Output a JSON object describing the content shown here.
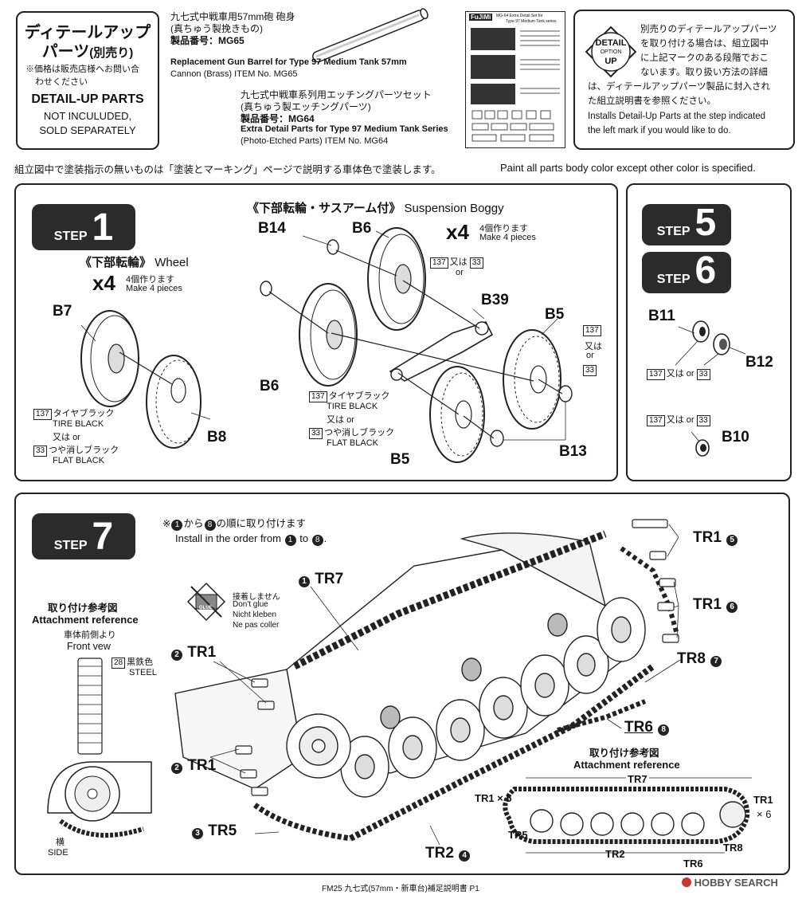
{
  "detail_box": {
    "title_jp_1": "ディテールアップ",
    "title_jp_2": "パーツ",
    "title_jp_paren": "(別売り)",
    "price_note_1": "※価格は販売店様へお問い合",
    "price_note_2": "わせください",
    "title_en": "DETAIL-UP PARTS",
    "not_included_1": "NOT INCULUDED,",
    "not_included_2": "SOLD SEPARATELY"
  },
  "products": {
    "mg65_jp_1": "九七式中戦車用57mm砲 砲身",
    "mg65_jp_2": "(真ちゅう製挽きもの)",
    "mg65_no_jp": "製品番号：MG65",
    "mg65_en_1": "Replacement Gun Barrel for Type 97 Medium Tank 57mm",
    "mg65_en_2": "Cannon (Brass)  ITEM No. MG65",
    "mg64_jp_1": "九七式中戦車系列用エッチングパーツセット",
    "mg64_jp_2": "(真ちゅう製エッチングパーツ)",
    "mg64_no_jp": "製品番号：MG64",
    "mg64_en_1": "Extra Detail Parts for Type 97 Medium Tank Series",
    "mg64_en_2": "(Photo-Etched Parts)  ITEM No. MG64",
    "sheet_brand": "FuJiMi",
    "sheet_label_1": "MG-64  Extra Detail Set for",
    "sheet_label_2": "Type 97 Medium Tank series"
  },
  "option_box": {
    "badge_top": "DETAIL",
    "badge_mid": "OPTION",
    "badge_bot": "UP",
    "jp_1": "別売りのディテールアップパーツ",
    "jp_2": "を取り付ける場合は、組立図中",
    "jp_3": "に上記マークのある段階でおこ",
    "jp_4": "ないます。取り扱い方法の詳細",
    "jp_5": "は、ディテールアップパーツ製品に封入され",
    "jp_6": "た組立説明書を参照ください。",
    "en_1": "Installs Detail-Up Parts at the step indicated",
    "en_2": "the left mark if you would like to do."
  },
  "paint_note": {
    "jp": "組立図中で塗装指示の無いものは「塗装とマーキング」ページで説明する車体色で塗装します。",
    "en": "Paint all parts body color except other color is specified."
  },
  "step1": {
    "word": "STEP",
    "num": "1",
    "wheel_jp": "《下部転輪》",
    "wheel_en": "Wheel",
    "x4": "x4",
    "make_jp": "4個作ります",
    "make_en": "Make 4 pieces",
    "boggy_jp": "《下部転輪・サスアーム付》",
    "boggy_en": "Suspension Boggy",
    "x4b": "x4",
    "make_jp_b": "4個作ります",
    "make_en_b": "Make 4 pieces",
    "parts": [
      "B7",
      "B8",
      "B14",
      "B6",
      "B6",
      "B39",
      "B5",
      "B5",
      "B13"
    ],
    "paint_137": "137",
    "paint_33": "33",
    "tire_black_jp": "タイヤブラック",
    "tire_black_en": "TIRE BLACK",
    "or_jp": "又は",
    "or_en": "or",
    "flat_black_jp": "つや消しブラック",
    "flat_black_en": "FLAT BLACK"
  },
  "step56": {
    "word5": "STEP",
    "num5": "5",
    "word6": "STEP",
    "num6": "6",
    "parts": [
      "B11",
      "B12",
      "B10"
    ],
    "or_jp": "又は",
    "or_en": "or",
    "paint_137": "137",
    "paint_33": "33"
  },
  "step7": {
    "word": "STEP",
    "num": "7",
    "order_jp_pre": "※",
    "order_jp_mid": "から",
    "order_jp_post": "の順に取り付けます",
    "order_en_pre": "Install in the order from",
    "order_en_mid": "to",
    "order_en_post": ".",
    "circle_1": "1",
    "circle_8": "8",
    "attach_ref_jp": "取り付け参考図",
    "attach_ref_en": "Attachment reference",
    "front_jp": "車体前側より",
    "front_en": "Front vew",
    "steel_code": "28",
    "steel_jp": "黒鉄色",
    "steel_en": "STEEL",
    "side_jp": "横",
    "side_en": "SIDE",
    "glue_1": "接着しません",
    "glue_2": "Don't glue",
    "glue_3": "Nicht kleben",
    "glue_4": "Ne pas coller",
    "glue_label": "GLUE",
    "labels": [
      {
        "n": "1",
        "t": "TR7"
      },
      {
        "n": "2",
        "t": "TR1"
      },
      {
        "n": "2",
        "t": "TR1"
      },
      {
        "n": "3",
        "t": "TR5"
      },
      {
        "n": "4",
        "t": "TR2"
      },
      {
        "n": "5",
        "t": "TR1"
      },
      {
        "n": "6",
        "t": "TR1"
      },
      {
        "n": "7",
        "t": "TR8"
      },
      {
        "n": "8",
        "t": "TR6"
      }
    ],
    "ref2_jp": "取り付け参考図",
    "ref2_en": "Attachment reference",
    "ref_tr7": "TR7",
    "ref_tr1x5": "TR1 × 5",
    "ref_tr1": "TR1",
    "ref_x6": "× 6",
    "ref_tr5": "TR5",
    "ref_tr2": "TR2",
    "ref_tr6": "TR6",
    "ref_tr8": "TR8"
  },
  "footer": {
    "text": "FM25 九七式(57mm・新車台)補足説明書 P1",
    "brand": "HOBBY SEARCH"
  }
}
